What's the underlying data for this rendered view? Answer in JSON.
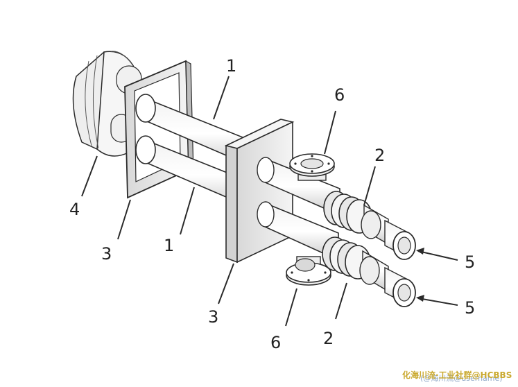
{
  "diagram": {
    "labels": {
      "pipe": "1",
      "coupling": "2",
      "flange_plate": "3",
      "end_cap": "4",
      "outlet": "5",
      "nozzle": "6"
    },
    "watermark": "化海川流·工业社群@HCBBS",
    "watermark_sub": "(@海川流@username)"
  }
}
